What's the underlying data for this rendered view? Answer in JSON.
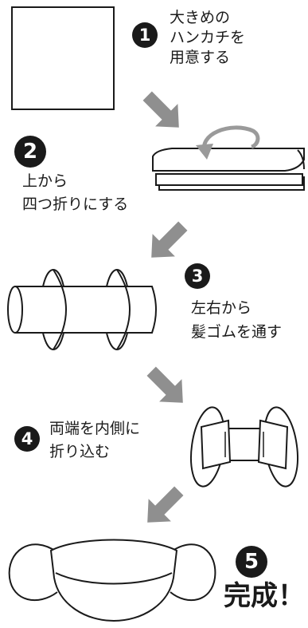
{
  "steps": [
    {
      "number": "1",
      "lines": [
        "大きめの",
        "ハンカチを",
        "用意する"
      ]
    },
    {
      "number": "2",
      "lines": [
        "上から",
        "四つ折りにする"
      ]
    },
    {
      "number": "3",
      "lines": [
        "左右から",
        "髪ゴムを通す"
      ]
    },
    {
      "number": "4",
      "lines": [
        "両端を内側に",
        "折り込む"
      ]
    },
    {
      "number": "5",
      "lines": [
        "完成！"
      ]
    }
  ],
  "colors": {
    "ink": "#1a1a1a",
    "arrow": "#8f8f8f",
    "paper": "#ffffff"
  }
}
